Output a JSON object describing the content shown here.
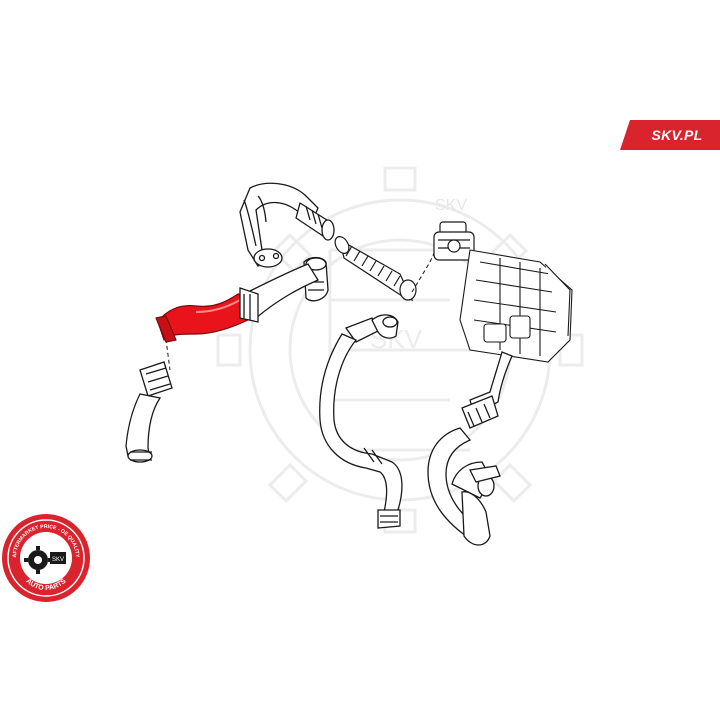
{
  "brand": {
    "tag_text": "SKV.PL",
    "watermark_text": "SKV",
    "seal_ring_text": "AFTERMARKET PRICE - OE QUALITY",
    "seal_bottom_text": "AUTO PARTS",
    "seal_center_text": "SKV"
  },
  "colors": {
    "brand_red": "#d9232d",
    "highlight_part": "#e8131b",
    "line": "#1a1a1a",
    "watermark": "#ececec"
  },
  "icons": {
    "watermark": "gear-e-logo-watermark",
    "seal": "skv-auto-parts-seal-icon"
  }
}
